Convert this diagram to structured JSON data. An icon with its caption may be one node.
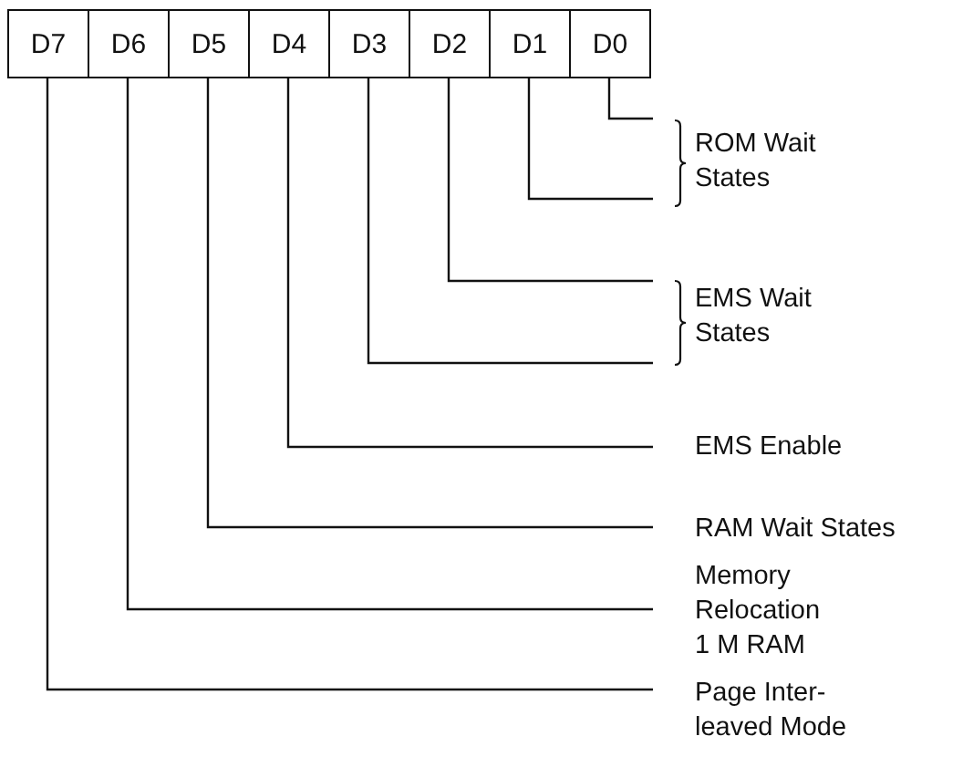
{
  "diagram": {
    "nodes": [
      {
        "text": [
          "D7"
        ]
      },
      {
        "text": [
          "D6"
        ]
      },
      {
        "text": [
          "D5"
        ]
      },
      {
        "text": [
          "D4"
        ]
      },
      {
        "text": [
          "D3"
        ]
      },
      {
        "text": [
          "D2"
        ]
      },
      {
        "text": [
          "D1"
        ]
      },
      {
        "text": [
          "D0"
        ]
      },
      {
        "text": [
          "ROM Wait States"
        ]
      },
      {
        "text": [
          "EMS Wait States"
        ]
      },
      {
        "text": [
          "EMS Enable"
        ]
      },
      {
        "text": [
          "RAM Wait States"
        ]
      },
      {
        "text": [
          "Memory Relocation 1 M RAM"
        ]
      },
      {
        "text": [
          "Page Inter- leaved Mode"
        ]
      }
    ],
    "edges": [
      {
        "from": 7,
        "to": 8,
        "arrow": "none"
      },
      {
        "from": 6,
        "to": 8,
        "arrow": "none"
      },
      {
        "from": 5,
        "to": 9,
        "arrow": "none"
      },
      {
        "from": 4,
        "to": 9,
        "arrow": "none"
      },
      {
        "from": 3,
        "to": 10,
        "arrow": "none"
      },
      {
        "from": 2,
        "to": 11,
        "arrow": "none"
      },
      {
        "from": 1,
        "to": 12,
        "arrow": "none"
      },
      {
        "from": 0,
        "to": 13,
        "arrow": "none"
      }
    ]
  }
}
